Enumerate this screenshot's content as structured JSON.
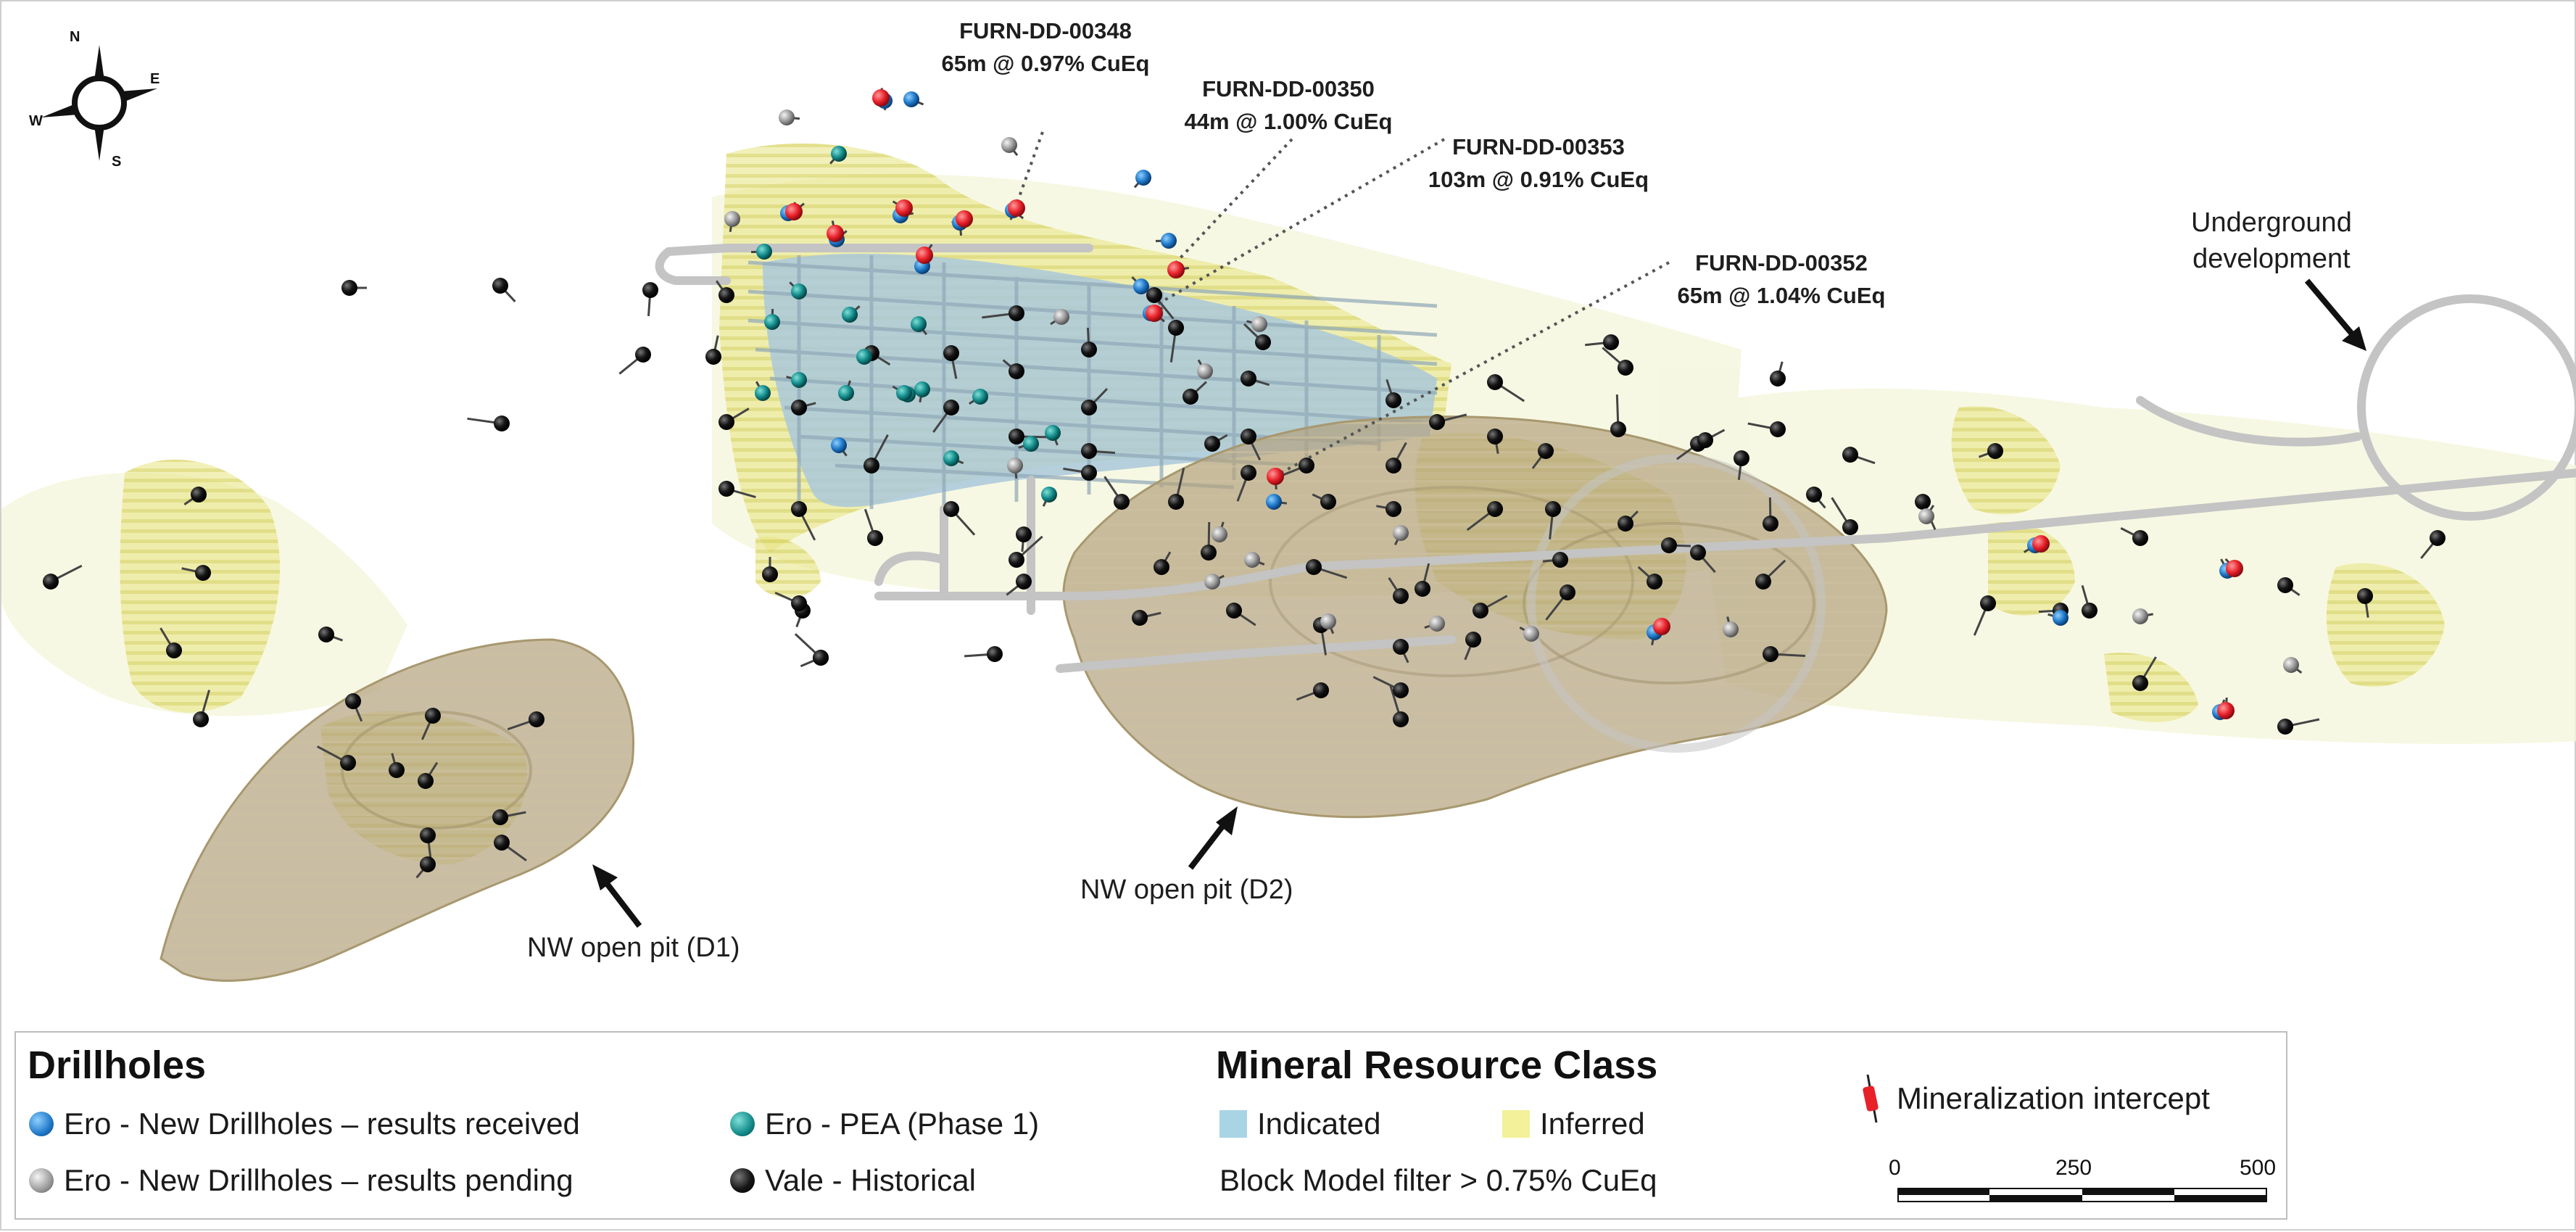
{
  "map": {
    "compass": {
      "n": "N",
      "e": "E",
      "s": "S",
      "w": "W"
    },
    "callouts": [
      {
        "id": "00348",
        "hole": "FURN-DD-00348",
        "intercept": "65m @ 0.97% CuEq"
      },
      {
        "id": "00350",
        "hole": "FURN-DD-00350",
        "intercept": "44m @ 1.00% CuEq"
      },
      {
        "id": "00353",
        "hole": "FURN-DD-00353",
        "intercept": "103m @ 0.91% CuEq"
      },
      {
        "id": "00352",
        "hole": "FURN-DD-00352",
        "intercept": "65m @ 1.04% CuEq"
      }
    ],
    "labels": {
      "pit_d1": "NW open pit (D1)",
      "pit_d2": "NW open pit (D2)",
      "underground_line1": "Underground",
      "underground_line2": "development"
    }
  },
  "legend": {
    "drillholes_title": "Drillholes",
    "drillhole_types": [
      {
        "key": "received",
        "label": "Ero - New Drillholes – results received",
        "color": "#1f78c8"
      },
      {
        "key": "pending",
        "label": "Ero - New Drillholes – results pending",
        "color": "#9a9a9a"
      },
      {
        "key": "pea",
        "label": "Ero - PEA (Phase 1)",
        "color": "#128a8a"
      },
      {
        "key": "historical",
        "label": "Vale - Historical",
        "color": "#111111"
      }
    ],
    "resource_title": "Mineral Resource Class",
    "classes": [
      {
        "key": "indicated",
        "label": "Indicated",
        "color": "#a9d4e6"
      },
      {
        "key": "inferred",
        "label": "Inferred",
        "color": "#f3f19a"
      }
    ],
    "filter_note": "Block Model filter > 0.75% CuEq",
    "intercept_label": "Mineralization intercept",
    "intercept_color": "#e8202a",
    "scale": {
      "ticks": [
        "0",
        "250",
        "500"
      ]
    }
  },
  "colors": {
    "pit": "#b3a27d",
    "inferred": "#e4e07a",
    "indicated": "#a9c8da",
    "underground": "#c8c8c8"
  }
}
